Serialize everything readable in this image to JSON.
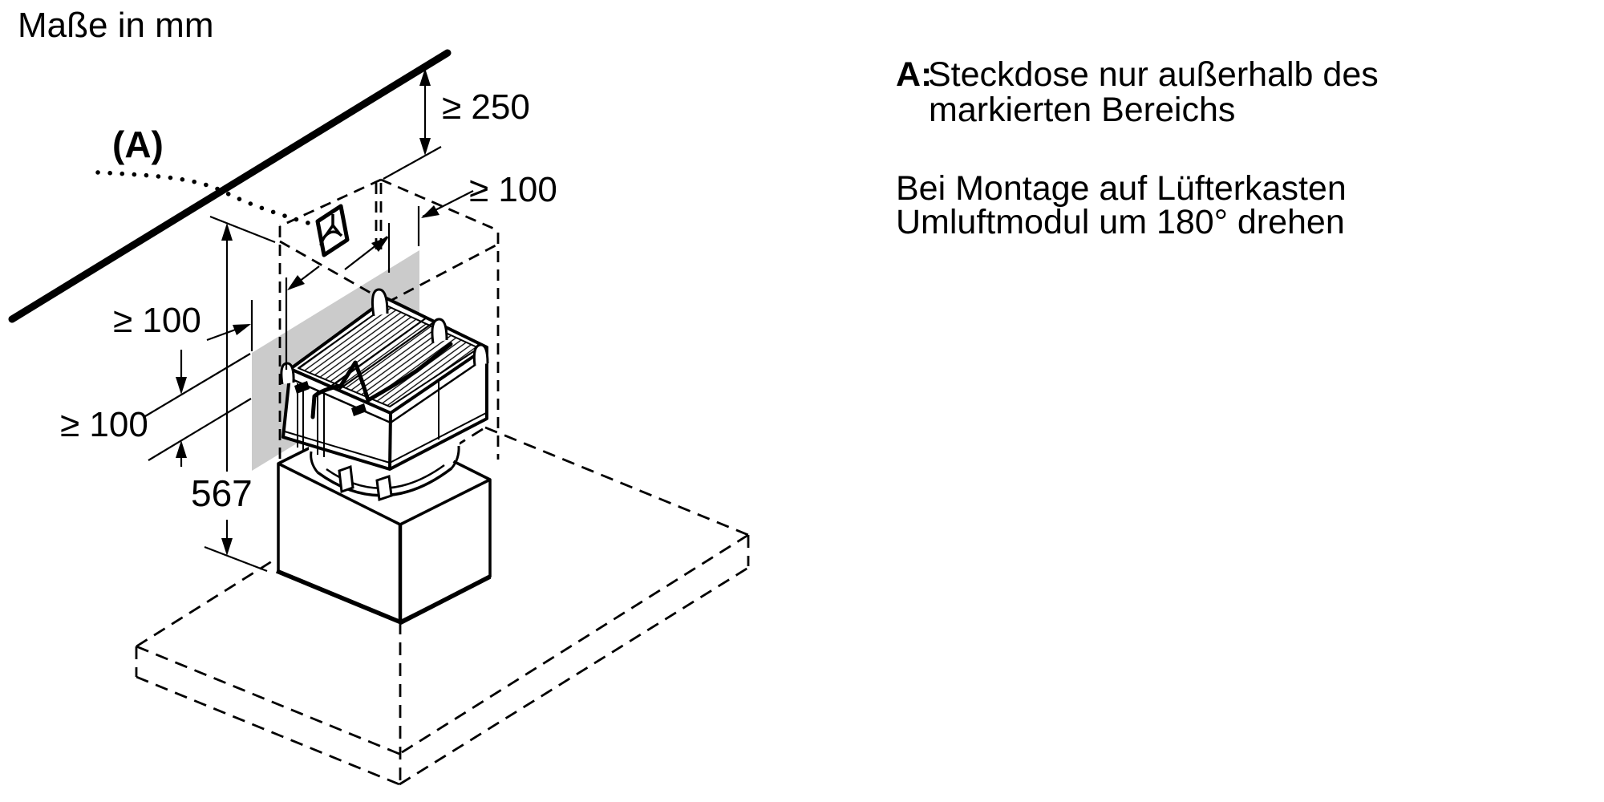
{
  "title": "Maße in mm",
  "labels": {
    "a_marker": "(A)",
    "dim_250": "≥ 250",
    "dim_100_top": "≥ 100",
    "dim_100_mid": "≥ 100",
    "dim_100_low": "≥ 100",
    "dim_567": "567"
  },
  "notes": {
    "a_prefix": "A:",
    "a_line1": "Steckdose nur außerhalb des",
    "a_line2": "markierten Bereichs",
    "m_line1": "Bei Montage auf Lüfterkasten",
    "m_line2": "Umluftmodul um 180° drehen"
  },
  "colors": {
    "marked_area": "#cbcbcb",
    "line": "#000000",
    "background": "#ffffff"
  },
  "icons": {
    "socket": "power-socket-icon"
  }
}
